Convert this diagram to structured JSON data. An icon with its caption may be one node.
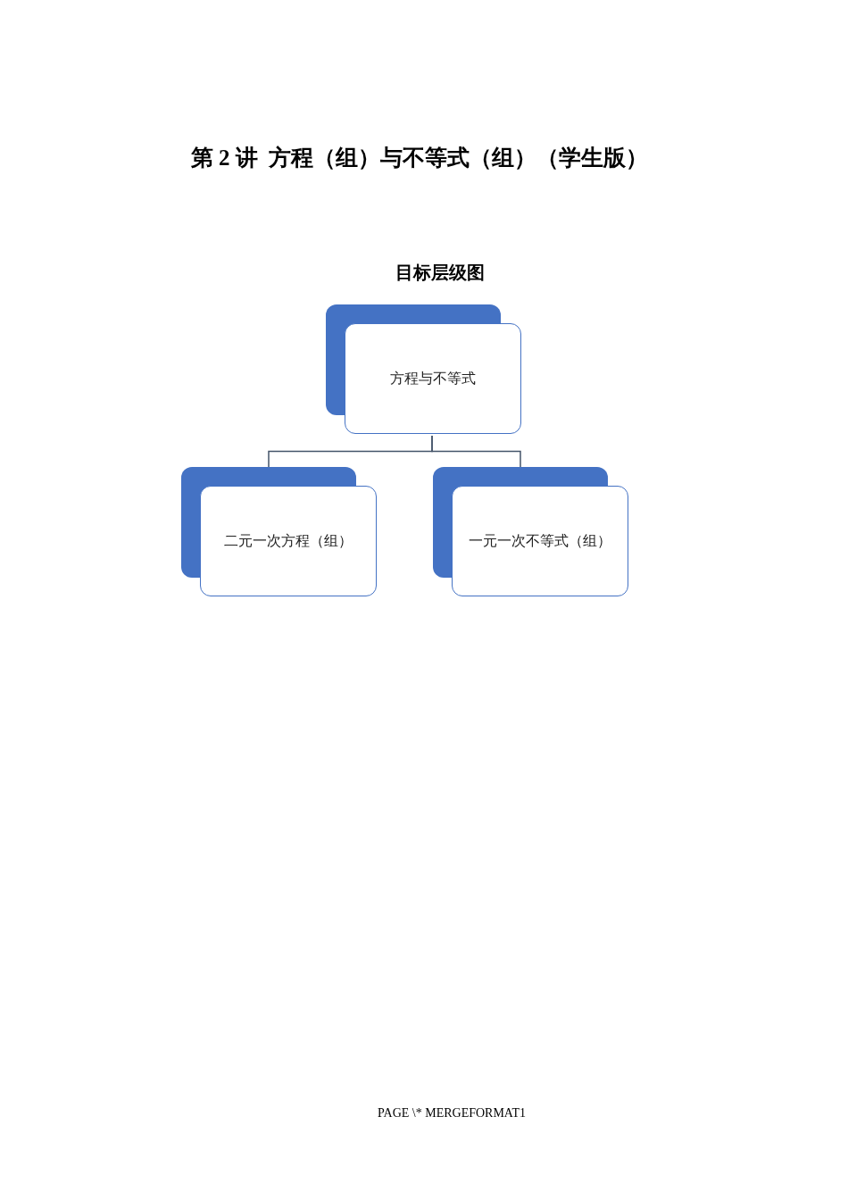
{
  "diagram": {
    "title": "第 2 讲  方程（组）与不等式（组）（学生版）",
    "nodes": [
      {
        "text": [
          "方程与不等式"
        ]
      },
      {
        "text": [
          "二元一次方程（组）"
        ]
      },
      {
        "text": [
          "一元一次不等式（组）"
        ]
      }
    ],
    "edges": [
      {
        "from": 0,
        "to": 1,
        "arrow": "none"
      },
      {
        "from": 0,
        "to": 2,
        "arrow": "none"
      }
    ],
    "labels": [
      "目标层级图",
      "PAGE \\* MERGEFORMAT1"
    ]
  }
}
